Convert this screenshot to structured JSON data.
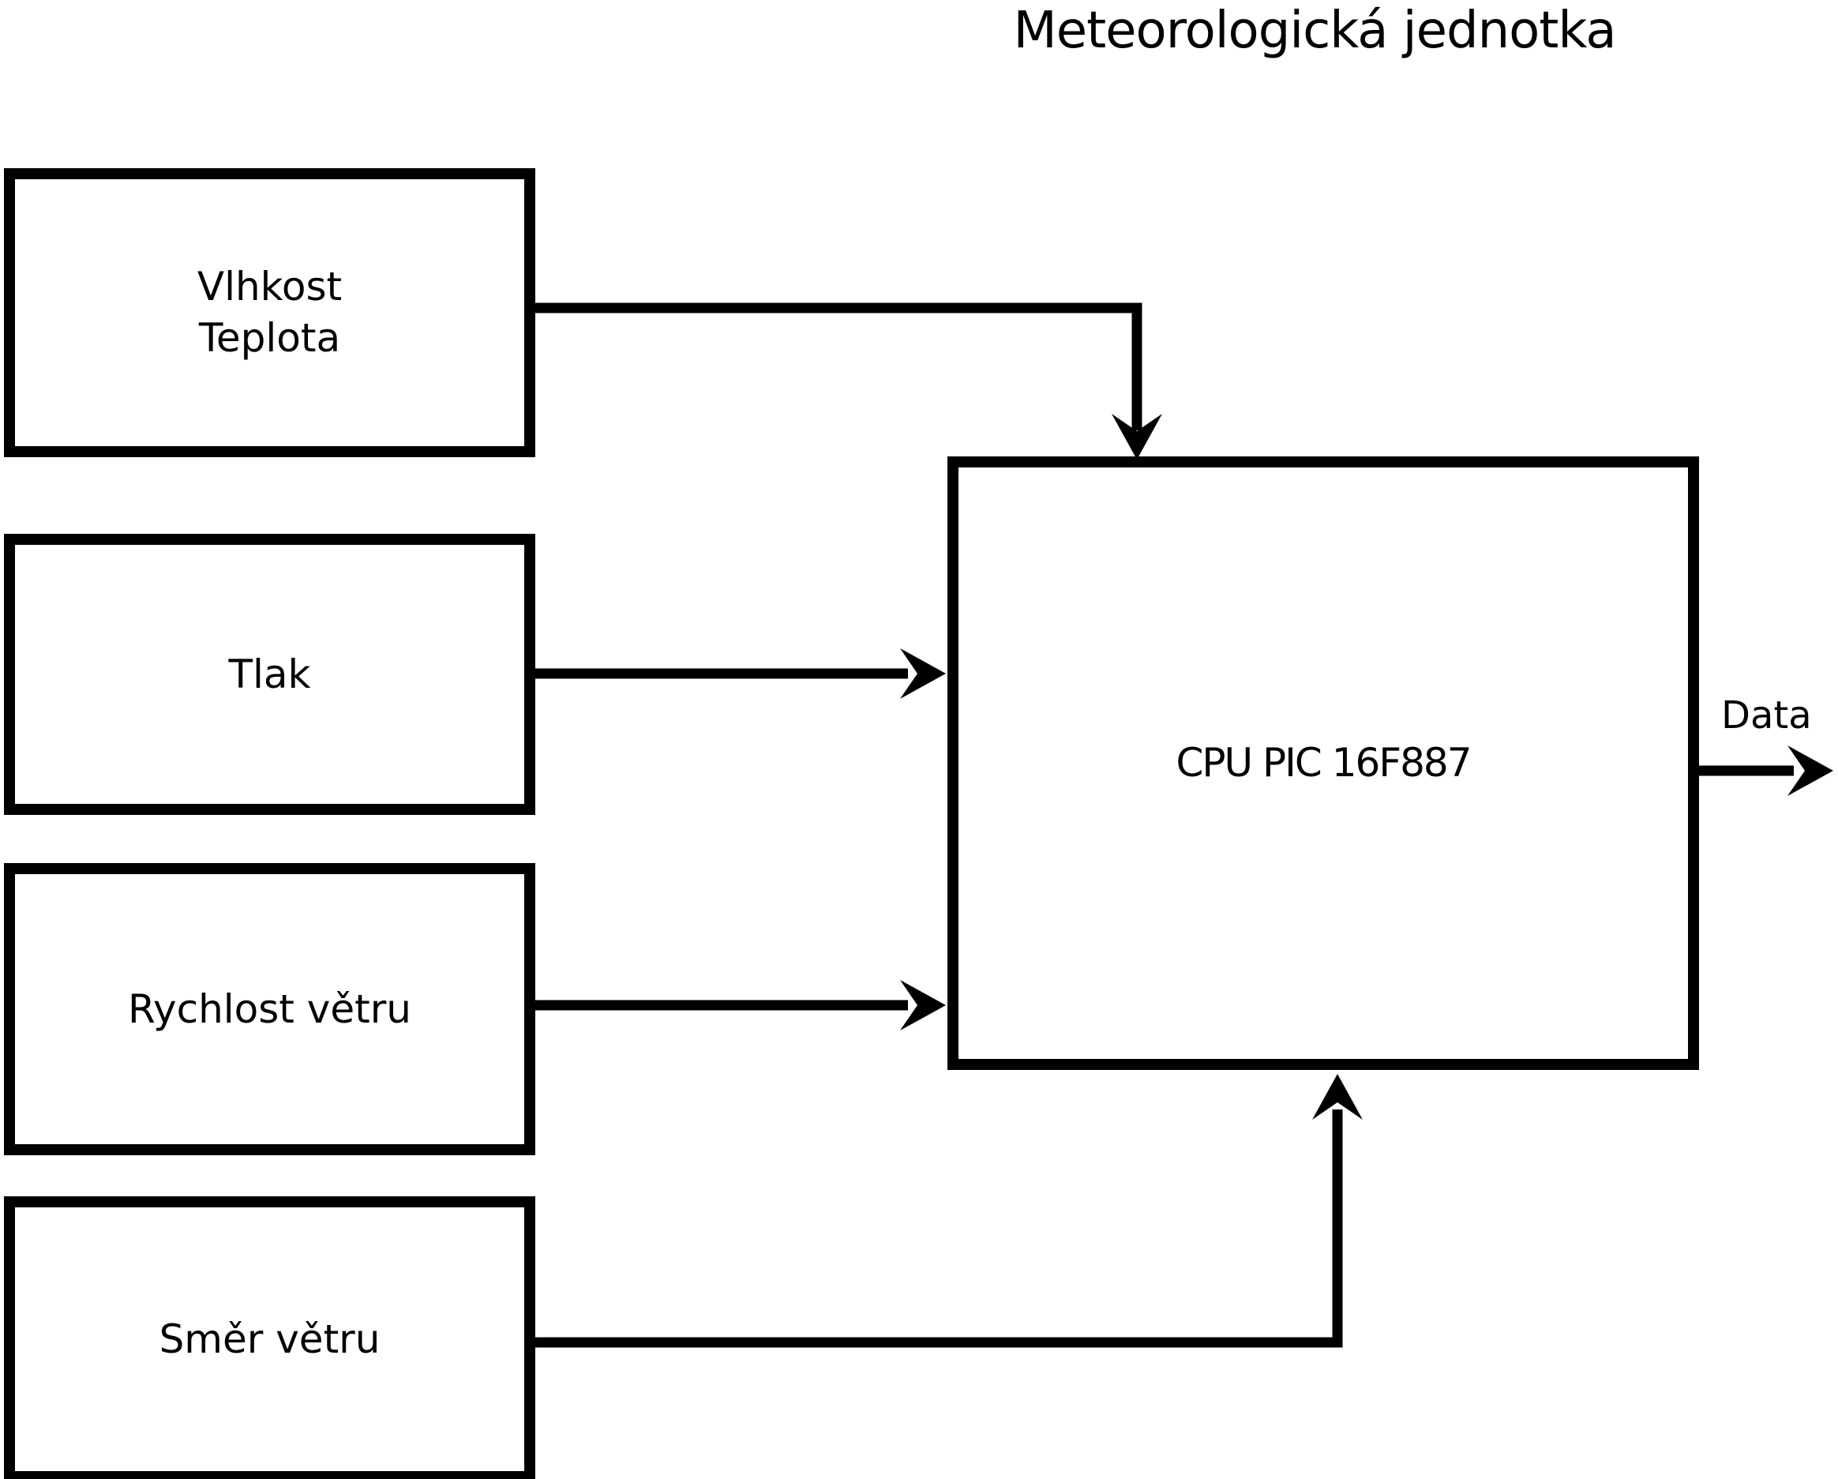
{
  "title": "Meteorologická jednotka",
  "nodes": {
    "humidity_temperature": {
      "lines": [
        "Vlhkost",
        "Teplota"
      ]
    },
    "pressure": {
      "label": "Tlak"
    },
    "wind_speed": {
      "label": "Rychlost větru"
    },
    "wind_direction": {
      "label": "Směr větru"
    },
    "cpu": {
      "label": "CPU PIC 16F887"
    }
  },
  "output": {
    "label": "Data"
  },
  "edges": [
    {
      "from": "humidity_temperature",
      "to": "cpu"
    },
    {
      "from": "pressure",
      "to": "cpu"
    },
    {
      "from": "wind_speed",
      "to": "cpu"
    },
    {
      "from": "wind_direction",
      "to": "cpu"
    },
    {
      "from": "cpu",
      "to": "data_output"
    }
  ],
  "colors": {
    "line": "#000000",
    "background": "#ffffff",
    "text": "#000000"
  }
}
